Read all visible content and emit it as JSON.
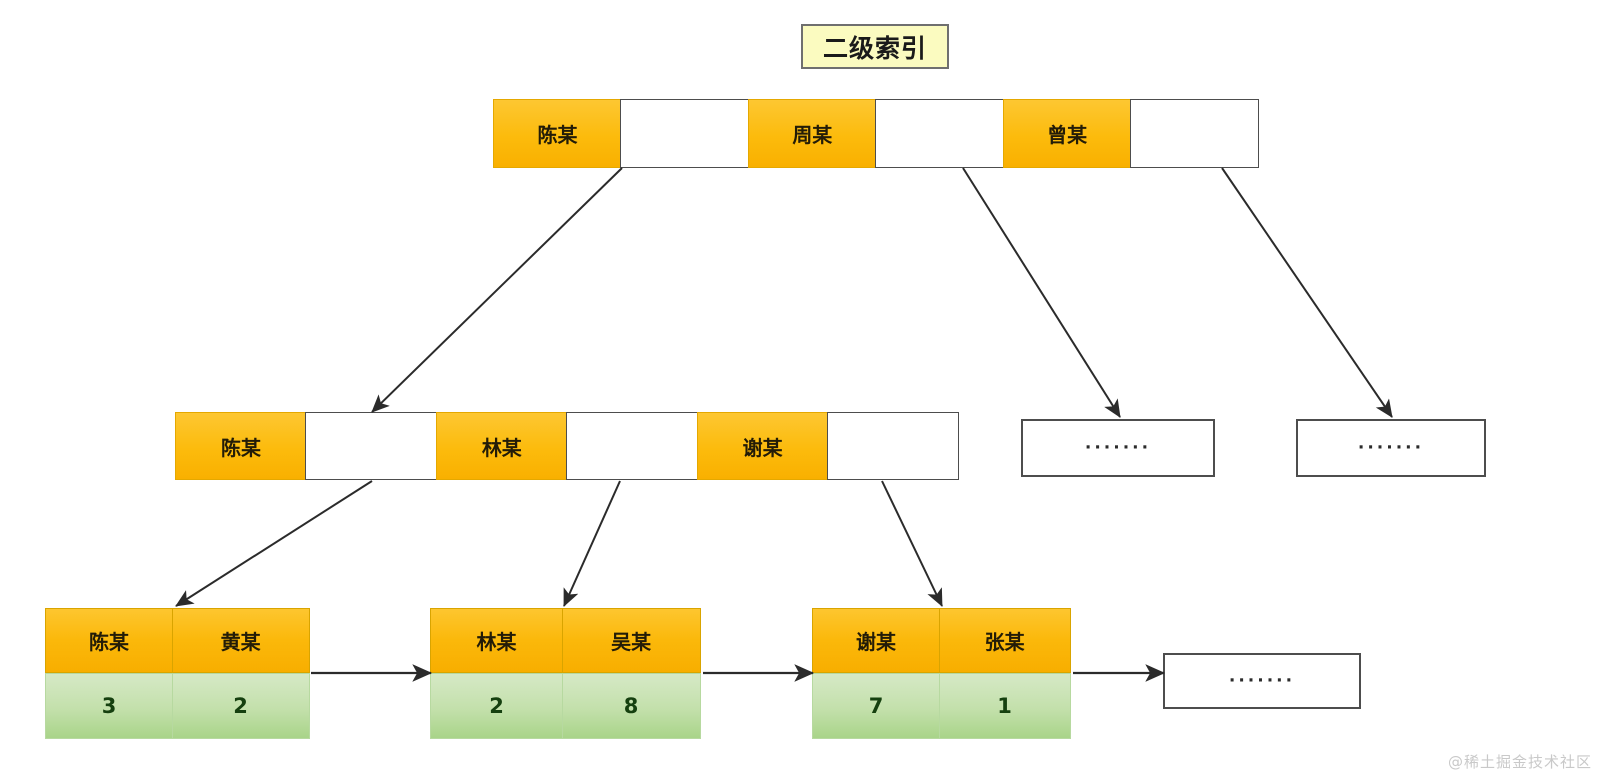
{
  "diagram": {
    "title": "二级索引",
    "watermark": "@稀土掘金技术社区",
    "ellipsis_text": "·······",
    "colors": {
      "key_orange": "#fbb80a",
      "value_green": "#c3e0ab",
      "title_yellow": "#fbfbc0",
      "border_gray": "#4d4d4d",
      "line_black": "#2b2b2b",
      "watermark_gray": "#c9c9c9"
    }
  },
  "root_node": {
    "cells": [
      {
        "type": "key",
        "label": "陈某"
      },
      {
        "type": "pointer",
        "label": ""
      },
      {
        "type": "key",
        "label": "周某"
      },
      {
        "type": "pointer",
        "label": ""
      },
      {
        "type": "key",
        "label": "曾某"
      },
      {
        "type": "pointer",
        "label": ""
      }
    ]
  },
  "middle_node": {
    "cells": [
      {
        "type": "key",
        "label": "陈某"
      },
      {
        "type": "pointer",
        "label": ""
      },
      {
        "type": "key",
        "label": "林某"
      },
      {
        "type": "pointer",
        "label": ""
      },
      {
        "type": "key",
        "label": "谢某"
      },
      {
        "type": "pointer",
        "label": ""
      }
    ]
  },
  "middle_ellipsis_nodes": [
    {
      "label": "·······"
    },
    {
      "label": "·······"
    }
  ],
  "leaf_nodes": [
    {
      "keys": [
        "陈某",
        "黄某"
      ],
      "values": [
        "3",
        "2"
      ]
    },
    {
      "keys": [
        "林某",
        "吴某"
      ],
      "values": [
        "2",
        "8"
      ]
    },
    {
      "keys": [
        "谢某",
        "张某"
      ],
      "values": [
        "7",
        "1"
      ]
    }
  ],
  "leaf_ellipsis_node": {
    "label": "·······"
  }
}
